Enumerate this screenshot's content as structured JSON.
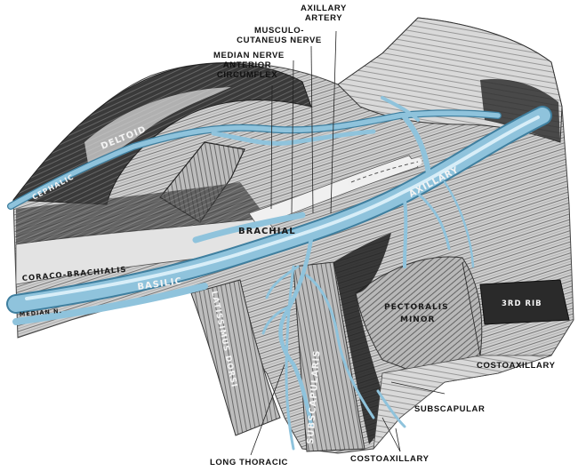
{
  "labels": {
    "axillary_artery": [
      "AXILLARY",
      "ARTERY"
    ],
    "musculocutaneous_nerve": [
      "MUSCULO-",
      "CUTANEUS NERVE"
    ],
    "median_nerve": "MEDIAN NERVE",
    "anterior_circumflex": [
      "ANTERIOR",
      "CIRCUMFLEX"
    ],
    "costoaxillary_right": "COSTOAXILLARY",
    "subscapular_right": "SUBSCAPULAR",
    "long_thoracic": "LONG THORACIC",
    "costoaxillary_bottom": "COSTOAXILLARY"
  },
  "inset_labels": {
    "deltoid": "DELTOID",
    "cephalic": "CEPHALIC",
    "axillary": "AXILLARY",
    "brachial": "BRACHIAL",
    "coraco_brachialis": "CORACO-BRACHIALIS",
    "median_n": "MEDIAN N.",
    "basilic": "BASILIC",
    "pectoralis": "PECTORALIS",
    "minor": "MINOR",
    "rib": "3RD RIB",
    "latissimus_dorsi": "LATISSIMUS DORSI",
    "subscapularis": "SUBSCAPULARIS"
  },
  "colors": {
    "vein": "#8fc3dc",
    "vein_outline": "#3f7f9f",
    "muscle_dark": "#2a2a2a",
    "muscle_mid": "#8a8a8a",
    "muscle_light": "#d6d6d6"
  }
}
